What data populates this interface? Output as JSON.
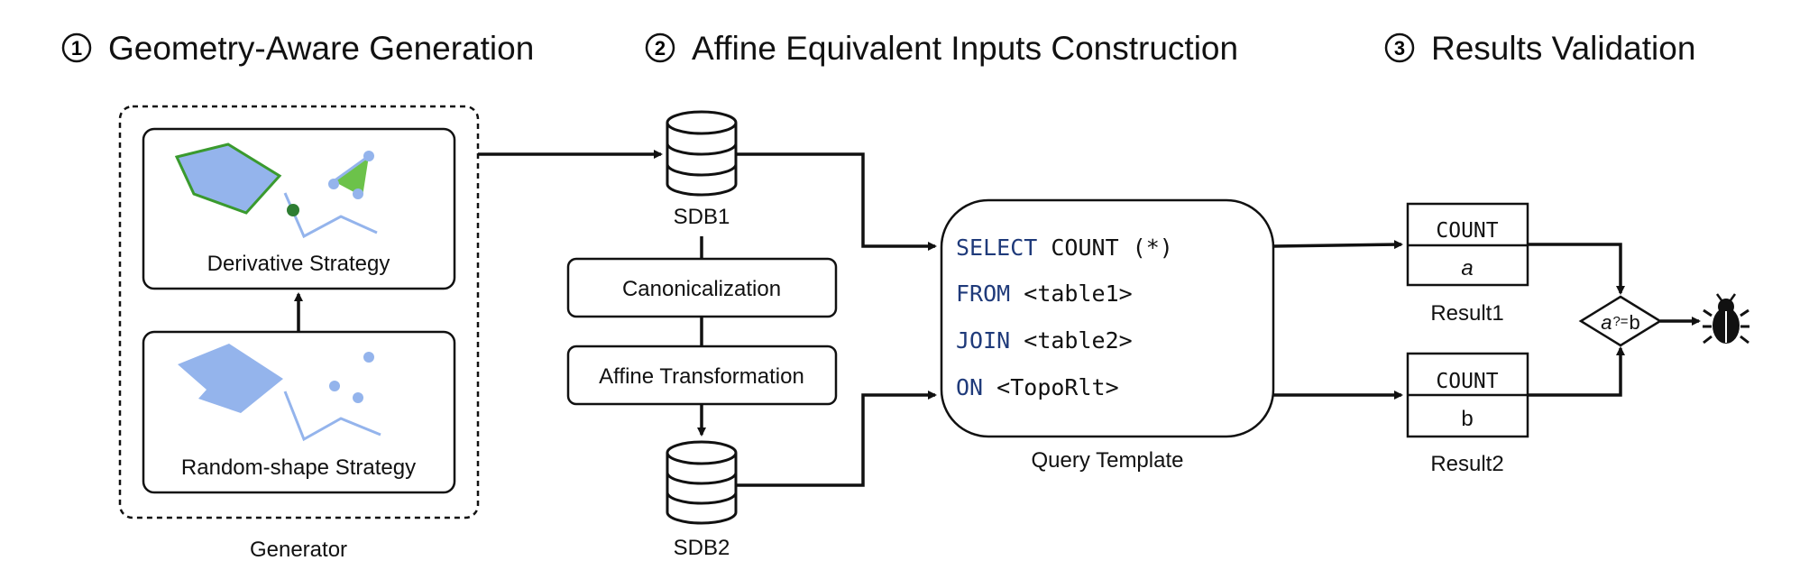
{
  "headings": [
    {
      "num": "1",
      "text": "Geometry-Aware Generation"
    },
    {
      "num": "2",
      "text": "Affine Equivalent Inputs Construction"
    },
    {
      "num": "3",
      "text": "Results Validation"
    }
  ],
  "generator": {
    "label": "Generator",
    "derivative_label": "Derivative Strategy",
    "random_label": "Random-shape Strategy"
  },
  "databases": {
    "sdb1": "SDB1",
    "sdb2": "SDB2"
  },
  "steps": {
    "canonicalization": "Canonicalization",
    "affine": "Affine Transformation"
  },
  "query": {
    "caption": "Query Template",
    "lines": [
      {
        "keyword": "SELECT",
        "rest": " COUNT (*)"
      },
      {
        "keyword": "FROM",
        "rest": " <table1>"
      },
      {
        "keyword": "JOIN",
        "rest": " <table2>"
      },
      {
        "keyword": "ON",
        "rest": " <TopoRlt>"
      }
    ]
  },
  "results": [
    {
      "header": "COUNT",
      "value": "a",
      "caption": "Result1"
    },
    {
      "header": "COUNT",
      "value": "b",
      "caption": "Result2"
    }
  ],
  "comparison": {
    "left": "a",
    "op": "?=",
    "right": "b"
  },
  "icons": {
    "database": "database-icon",
    "bug": "bug-icon"
  },
  "colors": {
    "shape_fill": "#94b4ec",
    "shape_stroke_green": "#3a9a2e",
    "green_fill": "#6cc24a",
    "green_dot": "#2e7d32",
    "keyword": "#1f3a7a",
    "line": "#111111"
  }
}
